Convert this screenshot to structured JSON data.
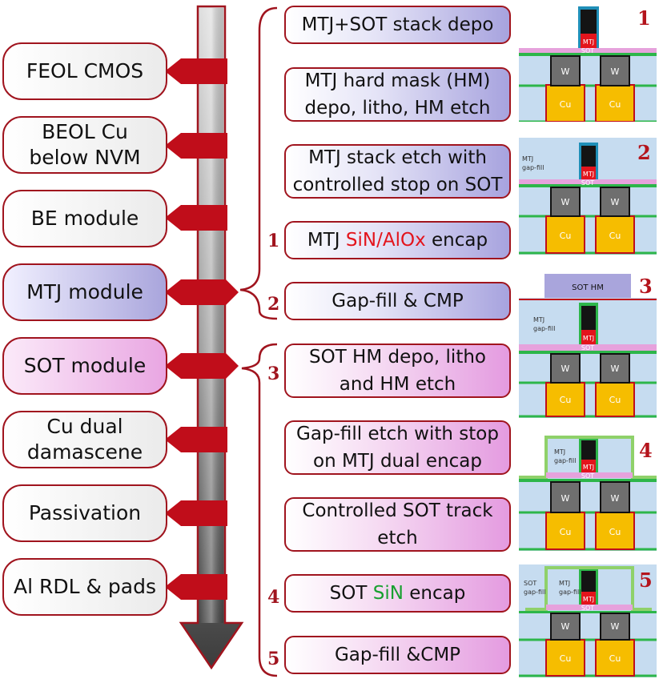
{
  "flow_modules": [
    {
      "label": "FEOL CMOS"
    },
    {
      "label": "BEOL Cu below NVM"
    },
    {
      "label": "BE module"
    },
    {
      "label": "MTJ module"
    },
    {
      "label": "SOT module"
    },
    {
      "label": "Cu dual damascene"
    },
    {
      "label": "Passivation"
    },
    {
      "label": "Al RDL & pads"
    }
  ],
  "process_steps": [
    {
      "text": "MTJ+SOT stack depo"
    },
    {
      "text": "MTJ hard mask (HM) depo, litho, HM etch"
    },
    {
      "text": "MTJ stack etch with controlled stop on SOT"
    },
    {
      "pre": "MTJ ",
      "highlight": "SiN/AlOx",
      "post": " encap",
      "highlight_color": "#e3141c"
    },
    {
      "text": "Gap-fill & CMP"
    },
    {
      "text": "SOT HM depo, litho and HM etch"
    },
    {
      "text": "Gap-fill etch with stop on MTJ dual encap"
    },
    {
      "text": "Controlled SOT track etch"
    },
    {
      "pre": "SOT ",
      "highlight": "SiN",
      "post": " encap",
      "highlight_color": "#18a030"
    },
    {
      "text": "Gap-fill &CMP"
    }
  ],
  "step_markers": [
    "1",
    "2",
    "3",
    "4",
    "5"
  ],
  "cross_sections": [
    {
      "number": "1"
    },
    {
      "number": "2",
      "gap_fill_label": "MTJ gap-fill"
    },
    {
      "number": "3",
      "gap_fill_label": "MTJ gap-fill",
      "sot_hm_label": "SOT HM"
    },
    {
      "number": "4",
      "gap_fill_label": "MTJ gap-fill"
    },
    {
      "number": "5",
      "gap_fill_label": "MTJ gap-fill",
      "sot_gap_fill_label": "SOT gap-fill"
    }
  ],
  "device_labels": {
    "mtj": "MTJ",
    "sot": "SOT",
    "w": "W",
    "cu": "Cu"
  },
  "colors": {
    "accent": "#a0141e",
    "mtj_module": "#a9a5dc",
    "sot_module": "#e9a6e2",
    "cu": "#f6bd00",
    "w": "#6f6f6f",
    "sot_layer": "#e6a2dc",
    "mtj_pillar": "#e3141c",
    "etch_stop": "#2db64a",
    "dielectric": "#c6dcf0"
  }
}
